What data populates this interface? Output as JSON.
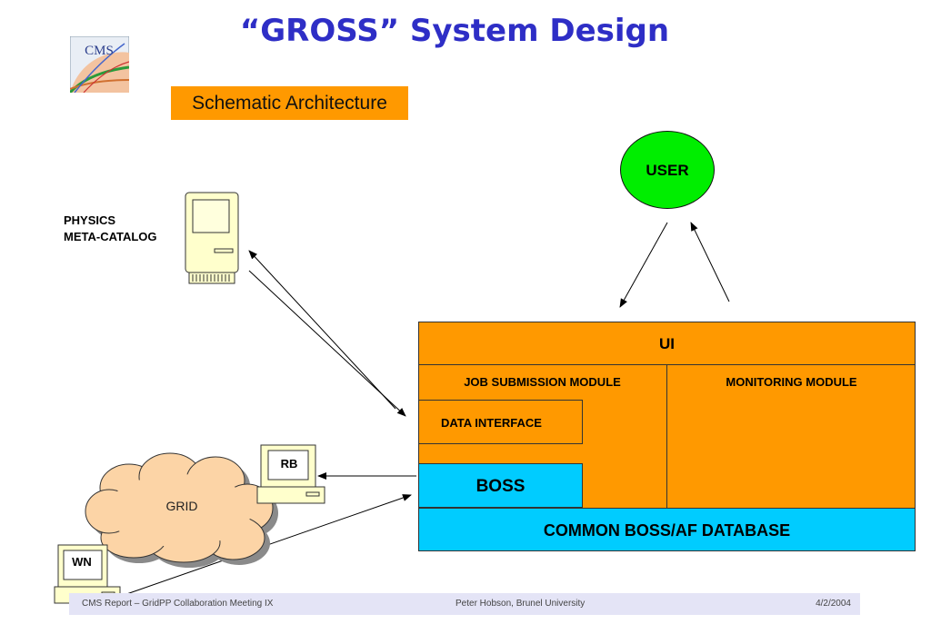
{
  "slide": {
    "title": "“GROSS” System Design",
    "subtitle": "Schematic Architecture",
    "logo_text": "CMS"
  },
  "diagram": {
    "user": "USER",
    "catalog_label_line1": "PHYSICS",
    "catalog_label_line2": "META-CATALOG",
    "ui": "UI",
    "job_submission": "JOB SUBMISSION MODULE",
    "monitoring": "MONITORING MODULE",
    "data_interface": "DATA INTERFACE",
    "boss": "BOSS",
    "database": "COMMON BOSS/AF DATABASE",
    "grid": "GRID",
    "rb": "RB",
    "wn": "WN"
  },
  "footer": {
    "left": "CMS Report – GridPP Collaboration Meeting IX",
    "center": "Peter Hobson, Brunel University",
    "right": "4/2/2004"
  },
  "colors": {
    "title": "#2e2ec6",
    "orange": "#ff9900",
    "cyan": "#00ccff",
    "green": "#00ee00",
    "cloud": "#fcd4a6",
    "computer": "#ffffcc"
  }
}
